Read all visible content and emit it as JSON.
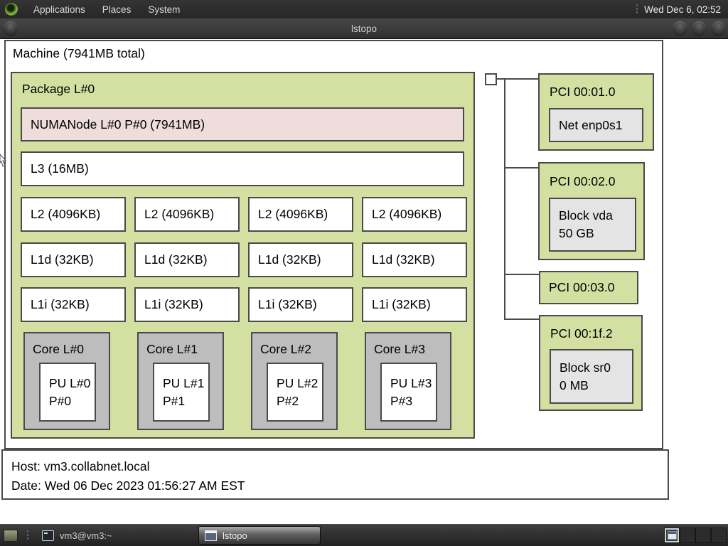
{
  "colors": {
    "package_green": "#d3e0a1",
    "numanode_pink": "#eedddb",
    "core_gray": "#bdbdbd",
    "device_gray": "#e4e4e4",
    "box_border": "#4a4a4a"
  },
  "top_panel": {
    "menus": [
      "Applications",
      "Places",
      "System"
    ],
    "clock": "Wed Dec 6, 02:52"
  },
  "window": {
    "title": "lstopo"
  },
  "machine": {
    "label": "Machine (7941MB total)",
    "package": {
      "label": "Package L#0",
      "numanode": "NUMANode L#0 P#0 (7941MB)",
      "l3": "L3 (16MB)",
      "l2": [
        "L2 (4096KB)",
        "L2 (4096KB)",
        "L2 (4096KB)",
        "L2 (4096KB)"
      ],
      "l1d": [
        "L1d (32KB)",
        "L1d (32KB)",
        "L1d (32KB)",
        "L1d (32KB)"
      ],
      "l1i": [
        "L1i (32KB)",
        "L1i (32KB)",
        "L1i (32KB)",
        "L1i (32KB)"
      ],
      "cores": [
        {
          "label": "Core L#0",
          "pu1": "PU L#0",
          "pu2": "P#0"
        },
        {
          "label": "Core L#1",
          "pu1": "PU L#1",
          "pu2": "P#1"
        },
        {
          "label": "Core L#2",
          "pu1": "PU L#2",
          "pu2": "P#2"
        },
        {
          "label": "Core L#3",
          "pu1": "PU L#3",
          "pu2": "P#3"
        }
      ]
    },
    "pci": [
      {
        "label": "PCI 00:01.0",
        "device": [
          "Net enp0s1"
        ]
      },
      {
        "label": "PCI 00:02.0",
        "device": [
          "Block vda",
          "50 GB"
        ]
      },
      {
        "label": "PCI 00:03.0"
      },
      {
        "label": "PCI 00:1f.2",
        "device": [
          "Block sr0",
          "0 MB"
        ]
      }
    ]
  },
  "legend": {
    "host": "Host: vm3.collabnet.local",
    "date": "Date: Wed 06 Dec 2023 01:56:27 AM EST"
  },
  "taskbar": {
    "tasks": [
      {
        "label": "vm3@vm3:~"
      },
      {
        "label": "lstopo"
      }
    ],
    "workspace_count": "4"
  }
}
